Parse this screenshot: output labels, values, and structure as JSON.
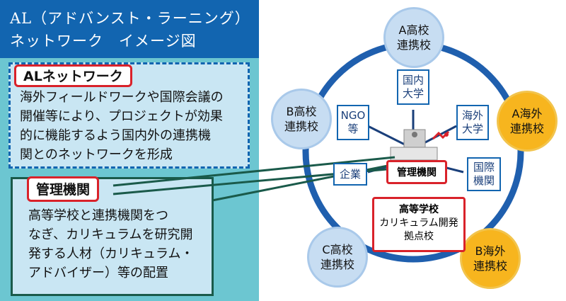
{
  "title": {
    "line1": "AL（アドバンスト・ラーニング）",
    "line2": "ネットワーク　イメージ図"
  },
  "al_network": {
    "label": "ALネットワーク",
    "lines": [
      "海外フィールドワークや国際会議の",
      "開催等により、プロジェクトが効果",
      "的に機能するよう国内外の連携機",
      "関とのネットワークを形成"
    ]
  },
  "management": {
    "label": "管理機関",
    "lines": [
      "高等学校と連携機関をつ",
      "なぎ、カリキュラムを研究開",
      "発する人材（カリキュラム・",
      "アドバイザー）等の配置"
    ]
  },
  "diagram": {
    "nodes": {
      "a_hs": {
        "line1": "A高校",
        "line2": "連携校"
      },
      "b_hs": {
        "line1": "B高校",
        "line2": "連携校"
      },
      "c_hs": {
        "line1": "C高校",
        "line2": "連携校"
      },
      "a_overseas": {
        "line1": "A海外",
        "line2": "連携校"
      },
      "b_overseas": {
        "line1": "B海外",
        "line2": "連携校"
      }
    },
    "partners": {
      "domestic_univ": {
        "line1": "国内",
        "line2": "大学"
      },
      "ngo": {
        "line1": "NGO",
        "line2": "等"
      },
      "overseas_univ": {
        "line1": "海外",
        "line2": "大学"
      },
      "company": {
        "line1": "企業"
      },
      "intl_orgs": {
        "line1": "国際",
        "line2": "機関"
      }
    },
    "center": "管理機関",
    "hub": {
      "line1": "高等学校",
      "line2": "カリキュラム開発",
      "line3": "拠点校"
    },
    "colors": {
      "ring": "#1f5fae",
      "hub_border": "#d9222a",
      "overseas_fill": "#f7b51e",
      "school_fill": "#c7ddf2"
    }
  }
}
